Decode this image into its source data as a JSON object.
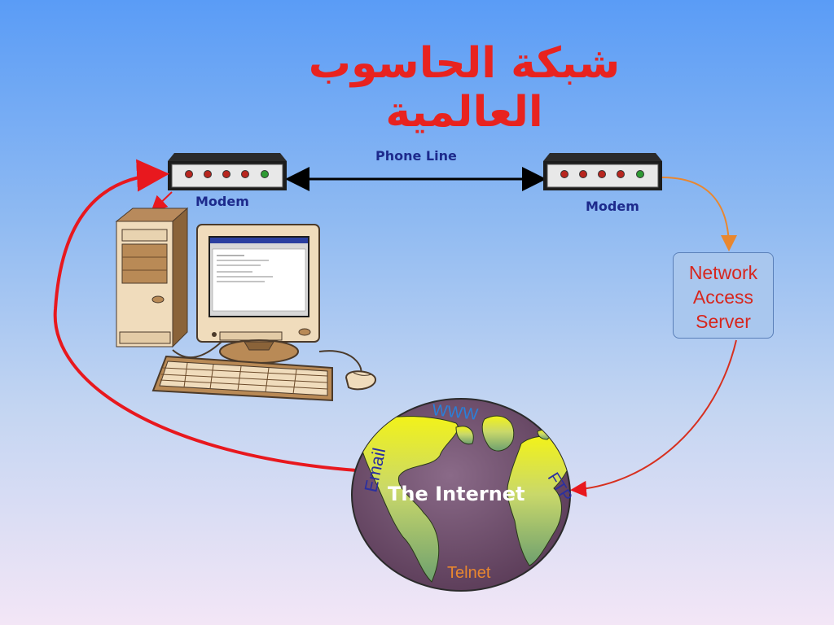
{
  "title": "شبكة الحاسوب العالمية",
  "labels": {
    "phone_line": "Phone Line",
    "modem_left": "Modem",
    "modem_right": "Modem",
    "nas_lines": [
      "Network",
      "Access",
      "Server"
    ],
    "internet": "The Internet",
    "www": "WWW",
    "email": "Email",
    "ftp": "FTP",
    "telnet": "Telnet"
  },
  "colors": {
    "title": "#e8231f",
    "label_navy": "#1d2a8c",
    "nas_text": "#d7261d",
    "red_link": "#e8181e",
    "orange_link": "#e9872f",
    "globe_ocean": "#6b4a68",
    "globe_land": "#c9d86a"
  },
  "icons": [
    "modem-icon",
    "desktop-computer-icon",
    "globe-icon"
  ]
}
